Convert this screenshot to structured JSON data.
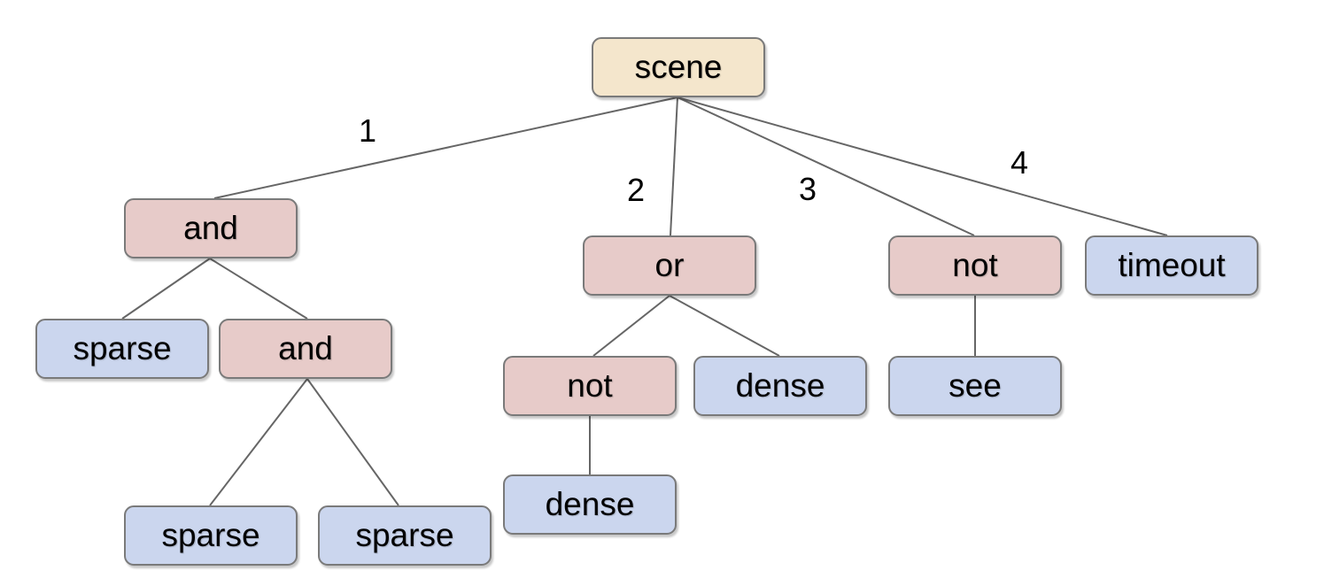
{
  "diagram": {
    "type": "tree",
    "colors": {
      "background": "#ffffff",
      "root_fill": "#f4e6cc",
      "operator_fill": "#e7cbc9",
      "leaf_fill": "#cbd6ee",
      "node_border": "#7a7a7a",
      "edge_line": "#666666",
      "text": "#000000"
    },
    "nodes": [
      {
        "id": "scene",
        "label": "scene",
        "kind": "root"
      },
      {
        "id": "and-1",
        "label": "and",
        "kind": "operator"
      },
      {
        "id": "or-1",
        "label": "or",
        "kind": "operator"
      },
      {
        "id": "not-1",
        "label": "not",
        "kind": "operator"
      },
      {
        "id": "timeout-1",
        "label": "timeout",
        "kind": "leaf"
      },
      {
        "id": "sparse-1",
        "label": "sparse",
        "kind": "leaf"
      },
      {
        "id": "and-2",
        "label": "and",
        "kind": "operator"
      },
      {
        "id": "sparse-2",
        "label": "sparse",
        "kind": "leaf"
      },
      {
        "id": "sparse-3",
        "label": "sparse",
        "kind": "leaf"
      },
      {
        "id": "not-2",
        "label": "not",
        "kind": "operator"
      },
      {
        "id": "dense-1",
        "label": "dense",
        "kind": "leaf"
      },
      {
        "id": "dense-2",
        "label": "dense",
        "kind": "leaf"
      },
      {
        "id": "see-1",
        "label": "see",
        "kind": "leaf"
      }
    ],
    "edges": [
      {
        "from": "scene",
        "to": "and-1",
        "label": "1"
      },
      {
        "from": "scene",
        "to": "or-1",
        "label": "2"
      },
      {
        "from": "scene",
        "to": "not-1",
        "label": "3"
      },
      {
        "from": "scene",
        "to": "timeout-1",
        "label": "4"
      },
      {
        "from": "and-1",
        "to": "sparse-1"
      },
      {
        "from": "and-1",
        "to": "and-2"
      },
      {
        "from": "and-2",
        "to": "sparse-2"
      },
      {
        "from": "and-2",
        "to": "sparse-3"
      },
      {
        "from": "or-1",
        "to": "not-2"
      },
      {
        "from": "or-1",
        "to": "dense-1"
      },
      {
        "from": "not-2",
        "to": "dense-2"
      },
      {
        "from": "not-1",
        "to": "see-1"
      }
    ]
  }
}
